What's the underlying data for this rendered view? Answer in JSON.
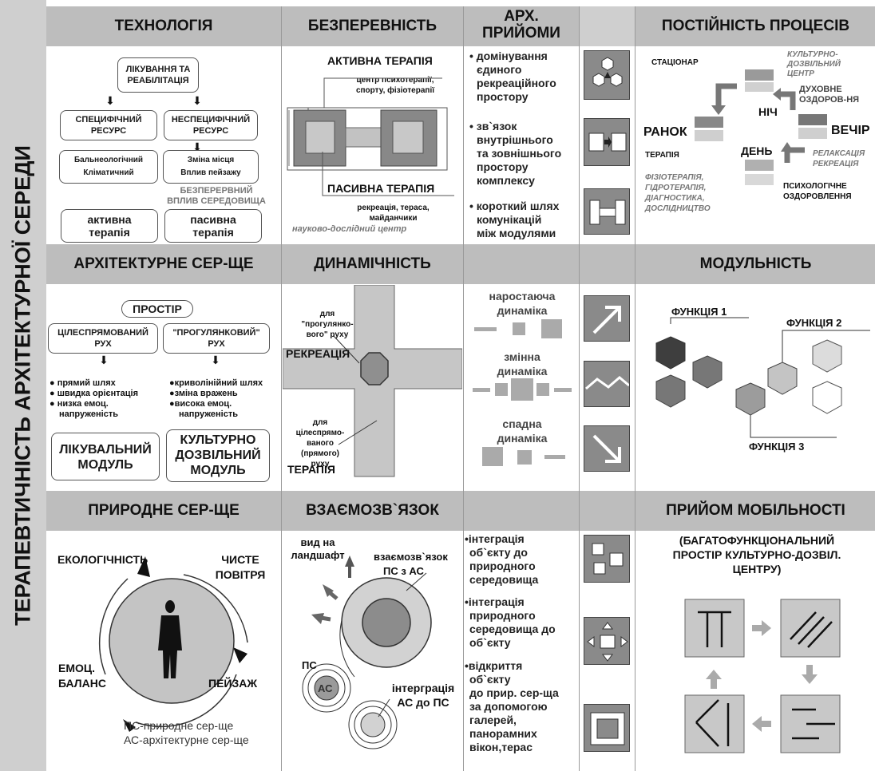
{
  "vertical_title": "ТЕРАПЕВТИЧНІСТЬ АРХІТЕКТУРНОЇ СЕРЕДИ",
  "headers": {
    "row1": [
      "ТЕХНОЛОГІЯ",
      "БЕЗПЕРЕВНІСТЬ",
      "АРХ.",
      "ПРИЙОМИ",
      "ПОСТІЙНІСТЬ ПРОЦЕСІВ"
    ],
    "row2": [
      "АРХІТЕКТУРНЕ СЕР-ЩЕ",
      "ДИНАМІЧНІСТЬ",
      "МОДУЛЬНІСТЬ"
    ],
    "row3": [
      "ПРИРОДНЕ СЕР-ЩЕ",
      "ВЗАЄМОЗВ`ЯЗОК",
      "ПРИЙОМ МОБІЛЬНОСТІ"
    ]
  },
  "technology": {
    "top": [
      "ЛІКУВАННЯ ТА",
      "РЕАБІЛІТАЦІЯ"
    ],
    "spec": [
      "СПЕЦИФІЧНИЙ",
      "РЕСУРС"
    ],
    "nonspec": [
      "НЕСПЕЦИФІЧНИЙ",
      "РЕСУРС"
    ],
    "spec_items": [
      "Бальнеологічний",
      "Кліматичний"
    ],
    "nonspec_items": [
      "Зміна місця",
      "Вплив пейзажу"
    ],
    "continuous": [
      "БЕЗПЕРЕРВНИЙ",
      "ВПЛИВ СЕРЕДОВИЩА"
    ],
    "active": [
      "активна",
      "терапія"
    ],
    "passive": [
      "пасивна",
      "терапія"
    ]
  },
  "continuity": {
    "active_title": "АКТИВНА ТЕРАПІЯ",
    "active_desc": [
      "центр психотерапії,",
      "спорту, фізіотерапії"
    ],
    "passive_title": "ПАСИВНА ТЕРАПІЯ",
    "passive_desc": [
      "рекреація, тераса,",
      "майданчики"
    ],
    "research": "науково-дослідний центр"
  },
  "arch_methods": [
    [
      "домінування",
      "єдиного",
      "рекреаційного",
      "простору"
    ],
    [
      "зв`язок",
      "внутрішнього",
      "та зовнішнього",
      "простору",
      "комплексу"
    ],
    [
      "короткий шлях",
      "комунікацій",
      "між модулями"
    ]
  ],
  "processes": {
    "stationary": "СТАЦІОНАР",
    "culture": [
      "КУЛЬТУРНО-",
      "ДОЗВІЛЬНИЙ",
      "ЦЕНТР"
    ],
    "spiritual": [
      "ДУХОВНЕ",
      "ОЗДОРОВ-НЯ"
    ],
    "night": "НІЧ",
    "morning": "РАНОК",
    "evening": "ВЕЧІР",
    "day": "ДЕНЬ",
    "therapy": "ТЕРАПІЯ",
    "relax": [
      "РЕЛАКСАЦІЯ",
      "РЕКРЕАЦІЯ"
    ],
    "physio": [
      "ФІЗІОТЕРАПІЯ,",
      "ГІДРОТЕРАПІЯ,",
      "ДІАГНОСТИКА,",
      "ДОСЛІДНИЦТВО"
    ],
    "psych": [
      "ПСИХОЛОГІЧНЕ",
      "ОЗДОРОВЛЕННЯ"
    ]
  },
  "arch_env": {
    "space": "ПРОСТІР",
    "purposeful": [
      "ЦІЛЕСПРЯМОВАНИЙ",
      "РУХ"
    ],
    "walking": [
      "\"ПРОГУЛЯНКОВИЙ\"",
      "РУХ"
    ],
    "purp_items": [
      "прямий шлях",
      "швидка орієнтація",
      "низка емоц.",
      "напруженість"
    ],
    "walk_items": [
      "криволінійний шлях",
      "зміна вражень",
      "висока емоц.",
      "напруженість"
    ],
    "medical": [
      "ЛІКУВАЛЬНИЙ",
      "МОДУЛЬ"
    ],
    "cultural": [
      "КУЛЬТУРНО",
      "ДОЗВІЛЬНИЙ",
      "МОДУЛЬ"
    ]
  },
  "dynamics": {
    "walk_label": [
      "для",
      "\"прогулянко-",
      "вого\" руху"
    ],
    "recreation": "РЕКРЕАЦІЯ",
    "purp_label": [
      "для",
      "цілеспрямо-",
      "ваного",
      "(прямого)",
      "руху"
    ],
    "therapy": "ТЕРАПІЯ",
    "increasing": [
      "наростаюча",
      "динаміка"
    ],
    "variable": [
      "змінна",
      "динаміка"
    ],
    "decreasing": [
      "спадна",
      "динаміка"
    ]
  },
  "modularity": {
    "f1": "ФУНКЦІЯ 1",
    "f2": "ФУНКЦІЯ 2",
    "f3": "ФУНКЦІЯ 3"
  },
  "nature": {
    "eco": "ЕКОЛОГІЧНІСТЬ",
    "air": [
      "ЧИСТЕ",
      "ПОВІТРЯ"
    ],
    "emo": [
      "ЕМОЦ.",
      "БАЛАНС"
    ],
    "land": "ПЕЙЗАЖ",
    "legend": [
      "ПС-природне сер-ще",
      "АС-архітектурне сер-ще"
    ]
  },
  "relation": {
    "view": [
      "вид на",
      "ландшафт"
    ],
    "rel": "взаємозв`язок",
    "ps_as": "ПС з АС",
    "ps": "ПС",
    "as": "АС",
    "integ": [
      "інтерграція",
      "АС до ПС"
    ]
  },
  "relation_methods": [
    [
      "інтеграція",
      "об`єкту до",
      "природного",
      "середовища"
    ],
    [
      "інтеграція",
      "природного",
      "середовища до",
      "об`єкту"
    ],
    [
      "відкриття",
      "об`єкту",
      "до прир. сер-ща",
      "за допомогою",
      "галерей,",
      "панорамних",
      "вікон,терас"
    ]
  ],
  "mobility": {
    "title": [
      "(БАГАТОФУНКЦІОНАЛЬНИЙ",
      "ПРОСТІР КУЛЬТУРНО-ДОЗВІЛ.",
      "ЦЕНТРУ)"
    ]
  }
}
